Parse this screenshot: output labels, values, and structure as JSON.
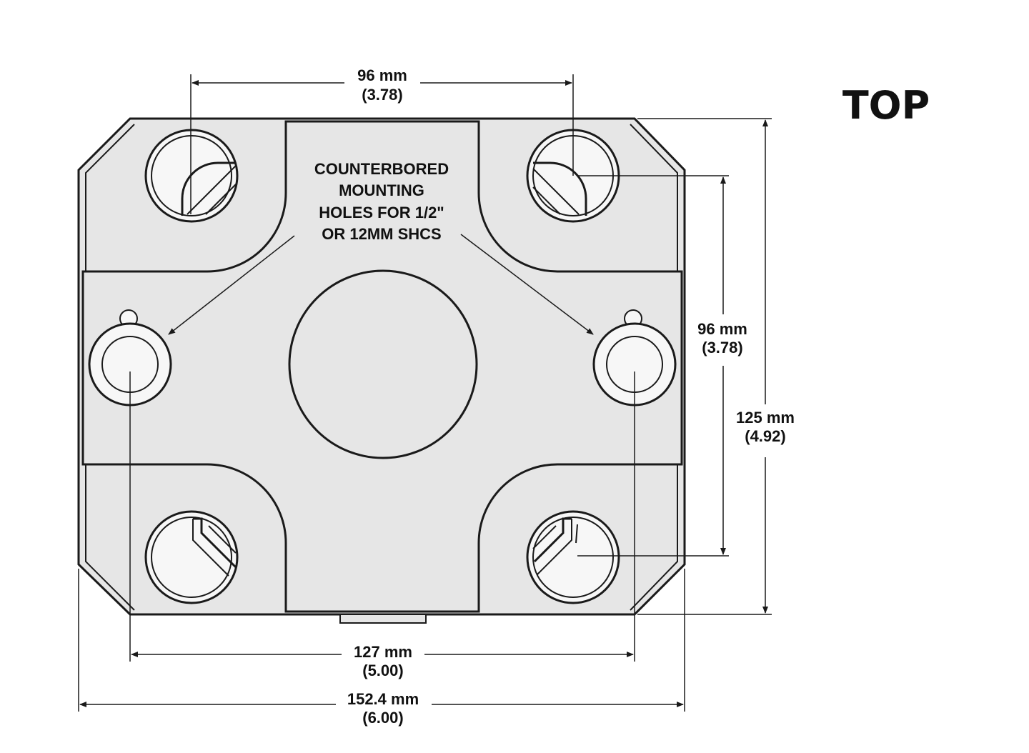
{
  "view_label": "TOP",
  "note": {
    "lines": [
      "COUNTERBORED",
      "MOUNTING",
      "HOLES FOR 1/2\"",
      "OR 12MM SHCS"
    ]
  },
  "dimensions": {
    "top_width": {
      "metric": "96 mm",
      "imperial": "(3.78)"
    },
    "right_hole_spacing": {
      "metric": "96 mm",
      "imperial": "(3.78)"
    },
    "overall_depth": {
      "metric": "125 mm",
      "imperial": "(4.92)"
    },
    "locating_spacing": {
      "metric": "127 mm",
      "imperial": "(5.00)"
    },
    "overall_width": {
      "metric": "152.4 mm",
      "imperial": "(6.00)"
    }
  },
  "colors": {
    "body_fill": "#e6e6e6",
    "outline": "#1a1a1a",
    "hole_fill": "#f7f7f7",
    "background": "#ffffff"
  }
}
